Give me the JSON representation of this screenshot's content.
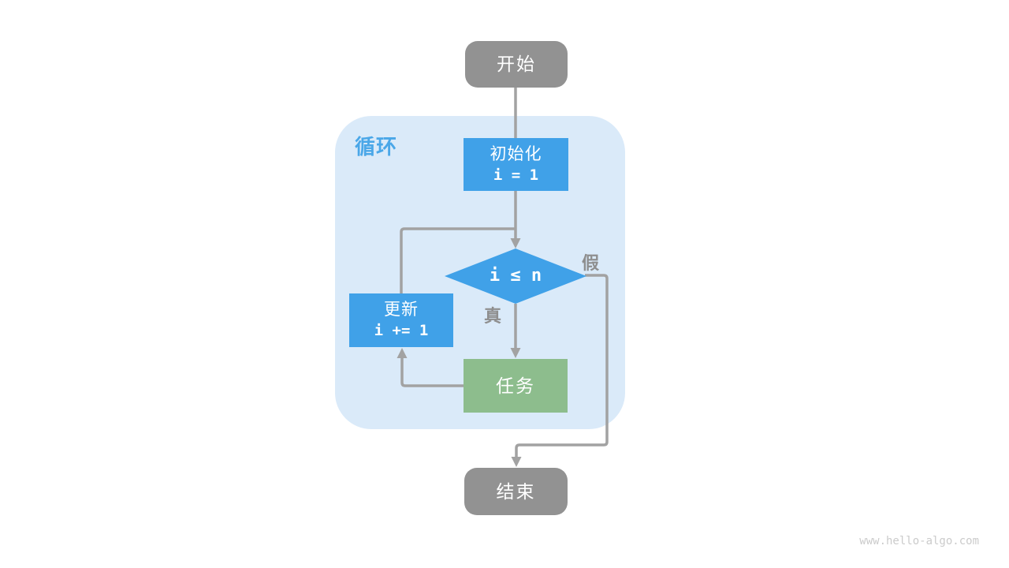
{
  "page": {
    "watermark": "www.hello-algo.com"
  },
  "colors": {
    "process_blue": "#40A1E8",
    "loop_container_bg": "#DAEAF9",
    "terminal_gray": "#929292",
    "task_green": "#8DBD8D",
    "connector_gray": "#A2A2A2",
    "branch_label_gray": "#8E8E8E",
    "loop_label_blue": "#4AA7E8"
  },
  "flowchart": {
    "loop_label": "循环",
    "nodes": {
      "start": {
        "label": "开始"
      },
      "init": {
        "label": "初始化",
        "code": "i = 1"
      },
      "condition": {
        "label": "i ≤ n"
      },
      "update": {
        "label": "更新",
        "code": "i += 1"
      },
      "task": {
        "label": "任务"
      },
      "end": {
        "label": "结束"
      }
    },
    "edge_labels": {
      "true_branch": "真",
      "false_branch": "假"
    }
  }
}
